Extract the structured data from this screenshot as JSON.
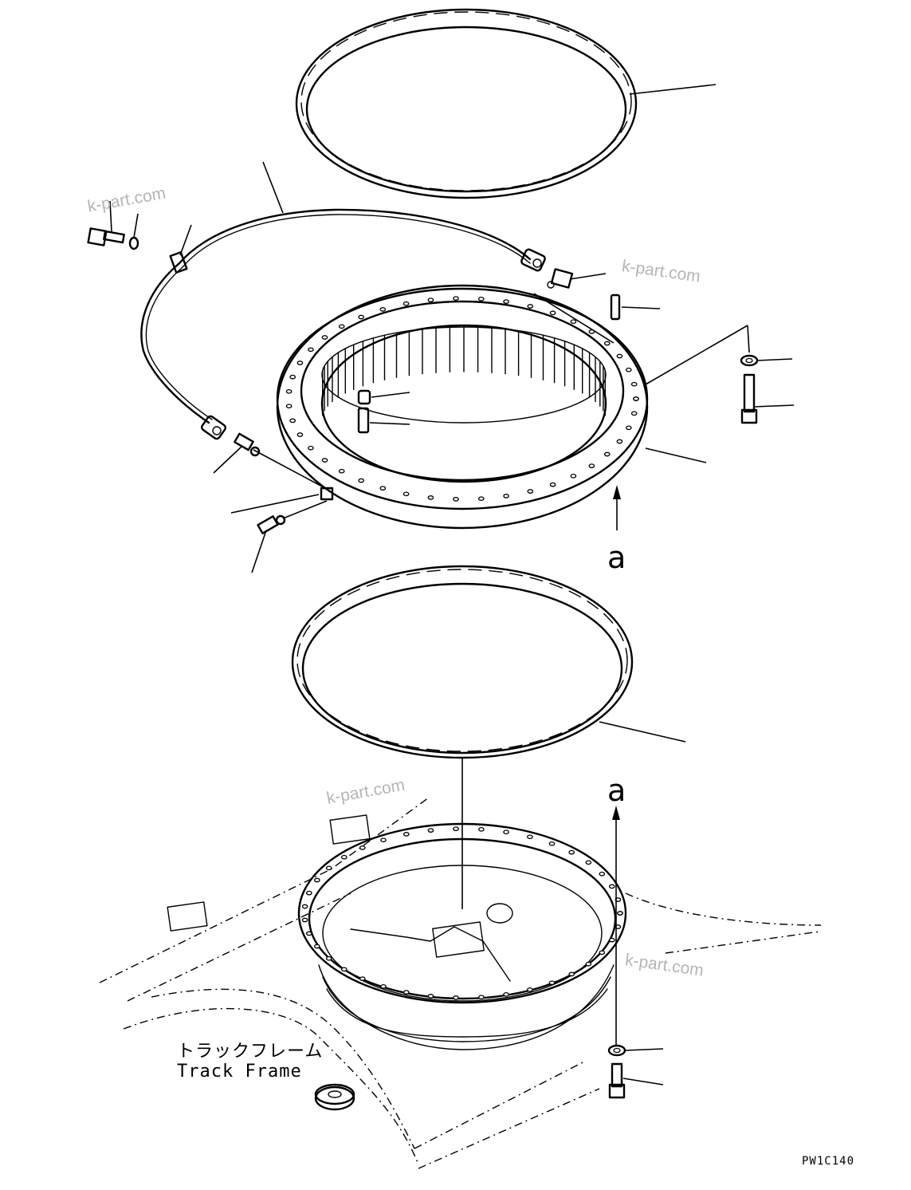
{
  "labels": {
    "view_ref_upper": "a",
    "view_ref_lower": "a",
    "frame_label_jp": "トラックフレーム",
    "frame_label_en": "Track Frame",
    "drawing_code": "PW1C140"
  },
  "watermarks": [
    "k-part.com",
    "k-part.com",
    "k-part.com",
    "k-part.com"
  ]
}
